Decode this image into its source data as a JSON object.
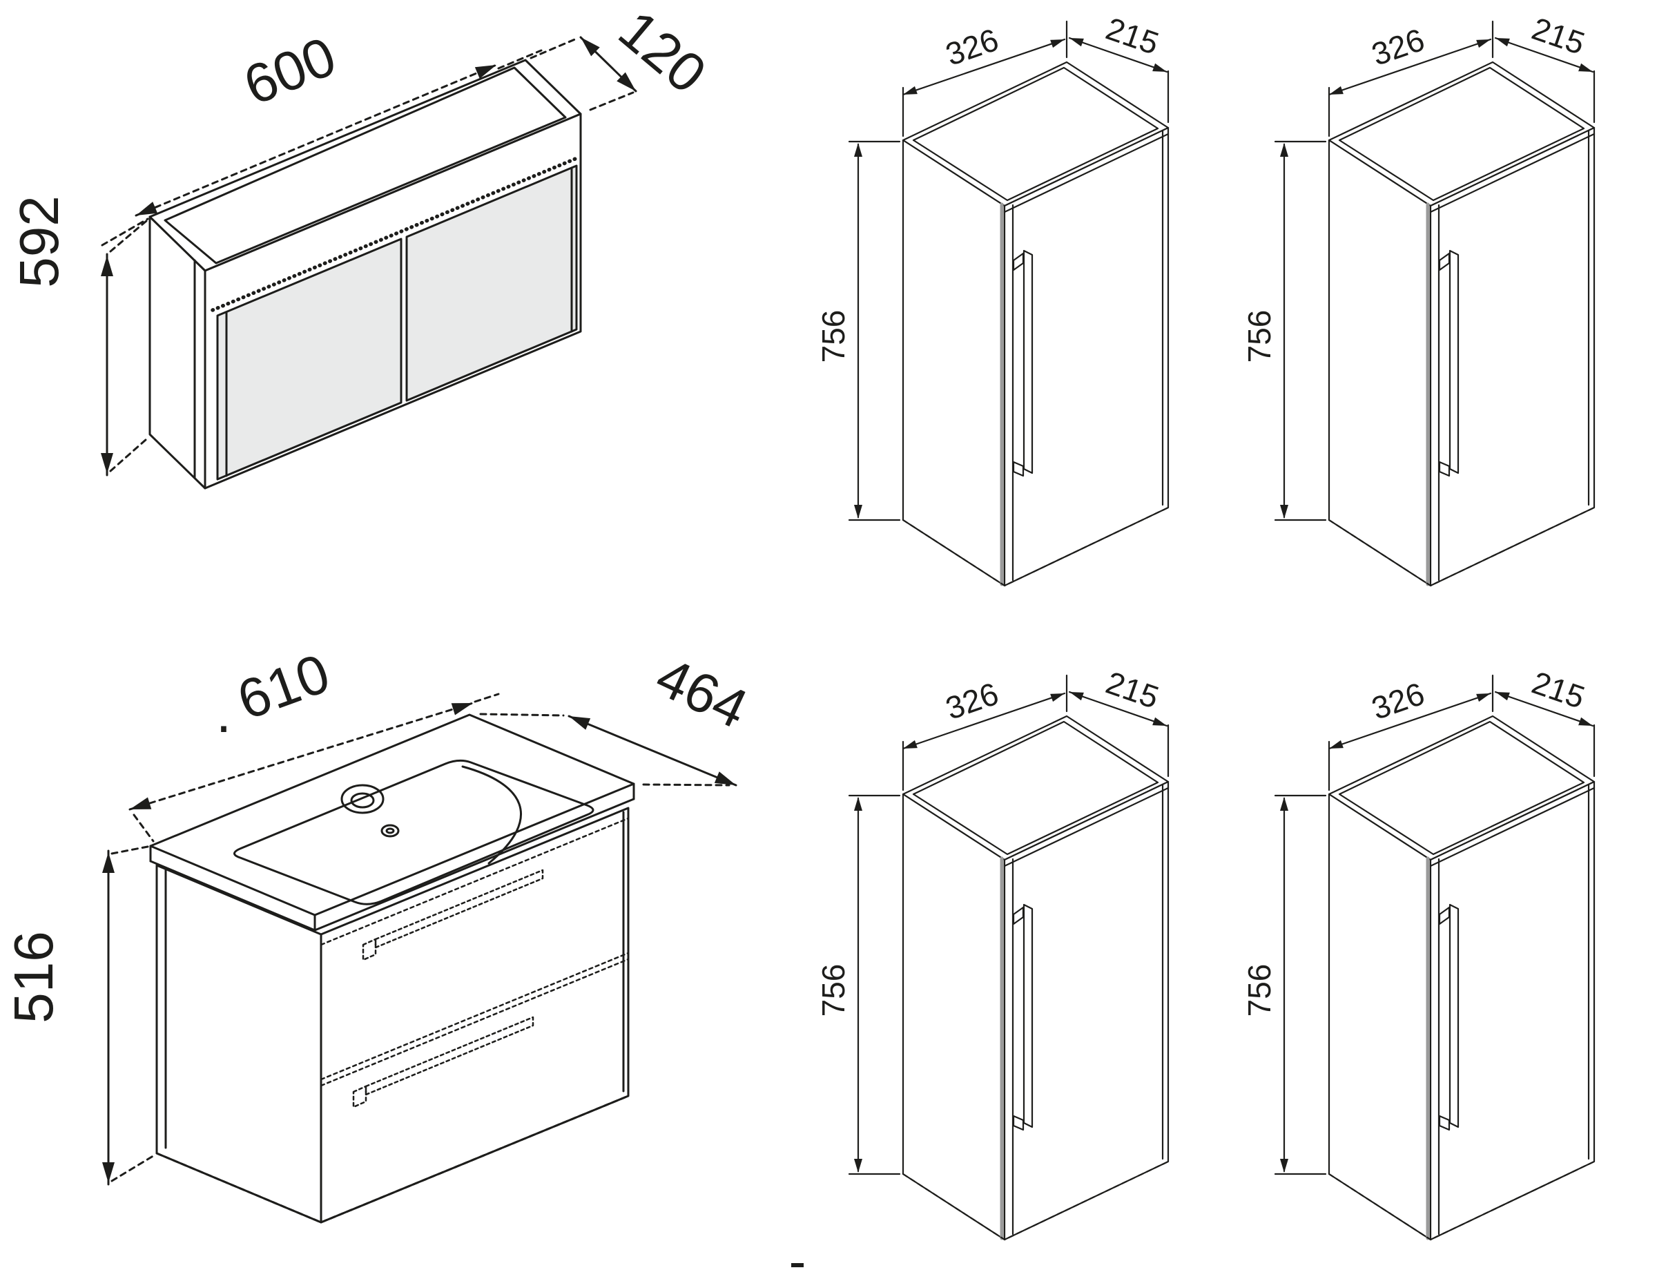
{
  "drawing": {
    "type": "furniture-dimension-diagram",
    "units_implied": "mm",
    "mirror_cabinet": {
      "width_label": "600",
      "depth_label": "120",
      "height_label": "592",
      "doors": 2
    },
    "vanity": {
      "width_label": "610",
      "depth_label": "464",
      "height_label": "516",
      "leading_dot": ".",
      "drawers": 2
    },
    "cabinets": [
      {
        "width_label": "326",
        "depth_label": "215",
        "height_label": "756"
      },
      {
        "width_label": "326",
        "depth_label": "215",
        "height_label": "756"
      },
      {
        "width_label": "326",
        "depth_label": "215",
        "height_label": "756"
      },
      {
        "width_label": "326",
        "depth_label": "215",
        "height_label": "756"
      }
    ],
    "footer": {
      "dash": "-"
    },
    "colors": {
      "line": "#1d1d1b",
      "mirror_fill": "#e9eaea",
      "seam_gray": "#9a9a9a",
      "background": "#ffffff"
    }
  }
}
